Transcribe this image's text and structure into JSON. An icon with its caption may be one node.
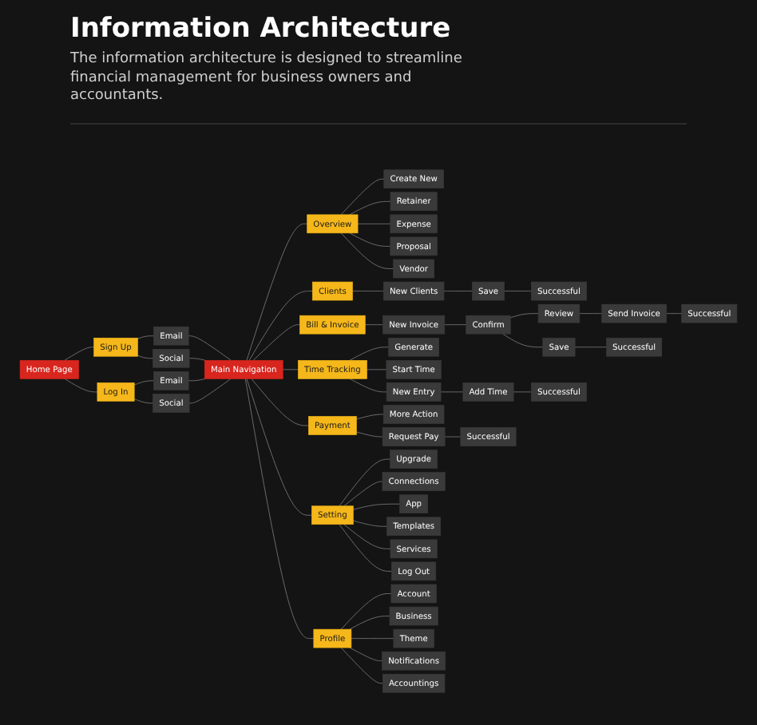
{
  "diagram": {
    "title": "Information Architecture",
    "caption": "The information architecture is designed to streamline financial management for business owners and accountants.",
    "nodes": [
      {
        "text": [
          "Home Page"
        ]
      },
      {
        "text": [
          "Sign Up"
        ]
      },
      {
        "text": [
          "Log In"
        ]
      },
      {
        "text": [
          "Email"
        ]
      },
      {
        "text": [
          "Social"
        ]
      },
      {
        "text": [
          "Email"
        ]
      },
      {
        "text": [
          "Social"
        ]
      },
      {
        "text": [
          "Main Navigation"
        ]
      },
      {
        "text": [
          "Overview"
        ]
      },
      {
        "text": [
          "Clients"
        ]
      },
      {
        "text": [
          "Bill & Invoice"
        ]
      },
      {
        "text": [
          "Time Tracking"
        ]
      },
      {
        "text": [
          "Payment"
        ]
      },
      {
        "text": [
          "Setting"
        ]
      },
      {
        "text": [
          "Profile"
        ]
      },
      {
        "text": [
          "Create New"
        ]
      },
      {
        "text": [
          "Retainer"
        ]
      },
      {
        "text": [
          "Expense"
        ]
      },
      {
        "text": [
          "Proposal"
        ]
      },
      {
        "text": [
          "Vendor"
        ]
      },
      {
        "text": [
          "New Clients"
        ]
      },
      {
        "text": [
          "Save"
        ]
      },
      {
        "text": [
          "Successful"
        ]
      },
      {
        "text": [
          "New Invoice"
        ]
      },
      {
        "text": [
          "Confirm"
        ]
      },
      {
        "text": [
          "Review"
        ]
      },
      {
        "text": [
          "Save"
        ]
      },
      {
        "text": [
          "Send Invoice"
        ]
      },
      {
        "text": [
          "Successful"
        ]
      },
      {
        "text": [
          "Successful"
        ]
      },
      {
        "text": [
          "Generate"
        ]
      },
      {
        "text": [
          "Start Time"
        ]
      },
      {
        "text": [
          "New Entry"
        ]
      },
      {
        "text": [
          "Add Time"
        ]
      },
      {
        "text": [
          "Successful"
        ]
      },
      {
        "text": [
          "More Action"
        ]
      },
      {
        "text": [
          "Request Pay"
        ]
      },
      {
        "text": [
          "Successful"
        ]
      },
      {
        "text": [
          "Upgrade"
        ]
      },
      {
        "text": [
          "Connections"
        ]
      },
      {
        "text": [
          "App"
        ]
      },
      {
        "text": [
          "Templates"
        ]
      },
      {
        "text": [
          "Services"
        ]
      },
      {
        "text": [
          "Log Out"
        ]
      },
      {
        "text": [
          "Account"
        ]
      },
      {
        "text": [
          "Business"
        ]
      },
      {
        "text": [
          "Theme"
        ]
      },
      {
        "text": [
          "Notifications"
        ]
      },
      {
        "text": [
          "Accountings"
        ]
      }
    ],
    "edges": [
      {
        "from": 0,
        "to": 1,
        "arrow": "none"
      },
      {
        "from": 0,
        "to": 2,
        "arrow": "none"
      },
      {
        "from": 1,
        "to": 3,
        "arrow": "none"
      },
      {
        "from": 1,
        "to": 4,
        "arrow": "none"
      },
      {
        "from": 2,
        "to": 5,
        "arrow": "none"
      },
      {
        "from": 2,
        "to": 6,
        "arrow": "none"
      },
      {
        "from": 3,
        "to": 7,
        "arrow": "none"
      },
      {
        "from": 4,
        "to": 7,
        "arrow": "none"
      },
      {
        "from": 5,
        "to": 7,
        "arrow": "none"
      },
      {
        "from": 6,
        "to": 7,
        "arrow": "none"
      },
      {
        "from": 7,
        "to": 8,
        "arrow": "none"
      },
      {
        "from": 7,
        "to": 9,
        "arrow": "none"
      },
      {
        "from": 7,
        "to": 10,
        "arrow": "none"
      },
      {
        "from": 7,
        "to": 11,
        "arrow": "none"
      },
      {
        "from": 7,
        "to": 12,
        "arrow": "none"
      },
      {
        "from": 7,
        "to": 13,
        "arrow": "none"
      },
      {
        "from": 7,
        "to": 14,
        "arrow": "none"
      },
      {
        "from": 8,
        "to": 15,
        "arrow": "none"
      },
      {
        "from": 8,
        "to": 16,
        "arrow": "none"
      },
      {
        "from": 8,
        "to": 17,
        "arrow": "none"
      },
      {
        "from": 8,
        "to": 18,
        "arrow": "none"
      },
      {
        "from": 8,
        "to": 19,
        "arrow": "none"
      },
      {
        "from": 9,
        "to": 20,
        "arrow": "none"
      },
      {
        "from": 20,
        "to": 21,
        "arrow": "none"
      },
      {
        "from": 21,
        "to": 22,
        "arrow": "none"
      },
      {
        "from": 10,
        "to": 23,
        "arrow": "none"
      },
      {
        "from": 23,
        "to": 24,
        "arrow": "none"
      },
      {
        "from": 24,
        "to": 25,
        "arrow": "none"
      },
      {
        "from": 24,
        "to": 26,
        "arrow": "none"
      },
      {
        "from": 25,
        "to": 27,
        "arrow": "none"
      },
      {
        "from": 26,
        "to": 28,
        "arrow": "none"
      },
      {
        "from": 27,
        "to": 29,
        "arrow": "none"
      },
      {
        "from": 11,
        "to": 30,
        "arrow": "none"
      },
      {
        "from": 11,
        "to": 31,
        "arrow": "none"
      },
      {
        "from": 11,
        "to": 32,
        "arrow": "none"
      },
      {
        "from": 32,
        "to": 33,
        "arrow": "none"
      },
      {
        "from": 33,
        "to": 34,
        "arrow": "none"
      },
      {
        "from": 12,
        "to": 35,
        "arrow": "none"
      },
      {
        "from": 12,
        "to": 36,
        "arrow": "none"
      },
      {
        "from": 36,
        "to": 37,
        "arrow": "none"
      },
      {
        "from": 13,
        "to": 38,
        "arrow": "none"
      },
      {
        "from": 13,
        "to": 39,
        "arrow": "none"
      },
      {
        "from": 13,
        "to": 40,
        "arrow": "none"
      },
      {
        "from": 13,
        "to": 41,
        "arrow": "none"
      },
      {
        "from": 13,
        "to": 42,
        "arrow": "none"
      },
      {
        "from": 13,
        "to": 43,
        "arrow": "none"
      },
      {
        "from": 14,
        "to": 44,
        "arrow": "none"
      },
      {
        "from": 14,
        "to": 45,
        "arrow": "none"
      },
      {
        "from": 14,
        "to": 46,
        "arrow": "none"
      },
      {
        "from": 14,
        "to": 47,
        "arrow": "none"
      },
      {
        "from": 14,
        "to": 48,
        "arrow": "none"
      }
    ]
  }
}
